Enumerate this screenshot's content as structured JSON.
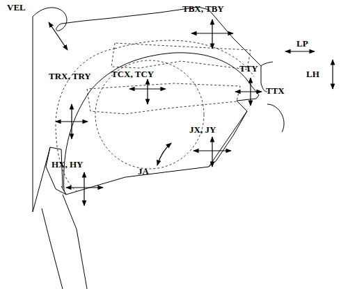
{
  "diagram": {
    "labels": [
      "VEL",
      "TBX, TBY",
      "LP",
      "TTY",
      "TTX",
      "LH",
      "TRX, TRY",
      "TCX, TCY",
      "JX, JY",
      "HX, HY",
      "JA"
    ]
  }
}
